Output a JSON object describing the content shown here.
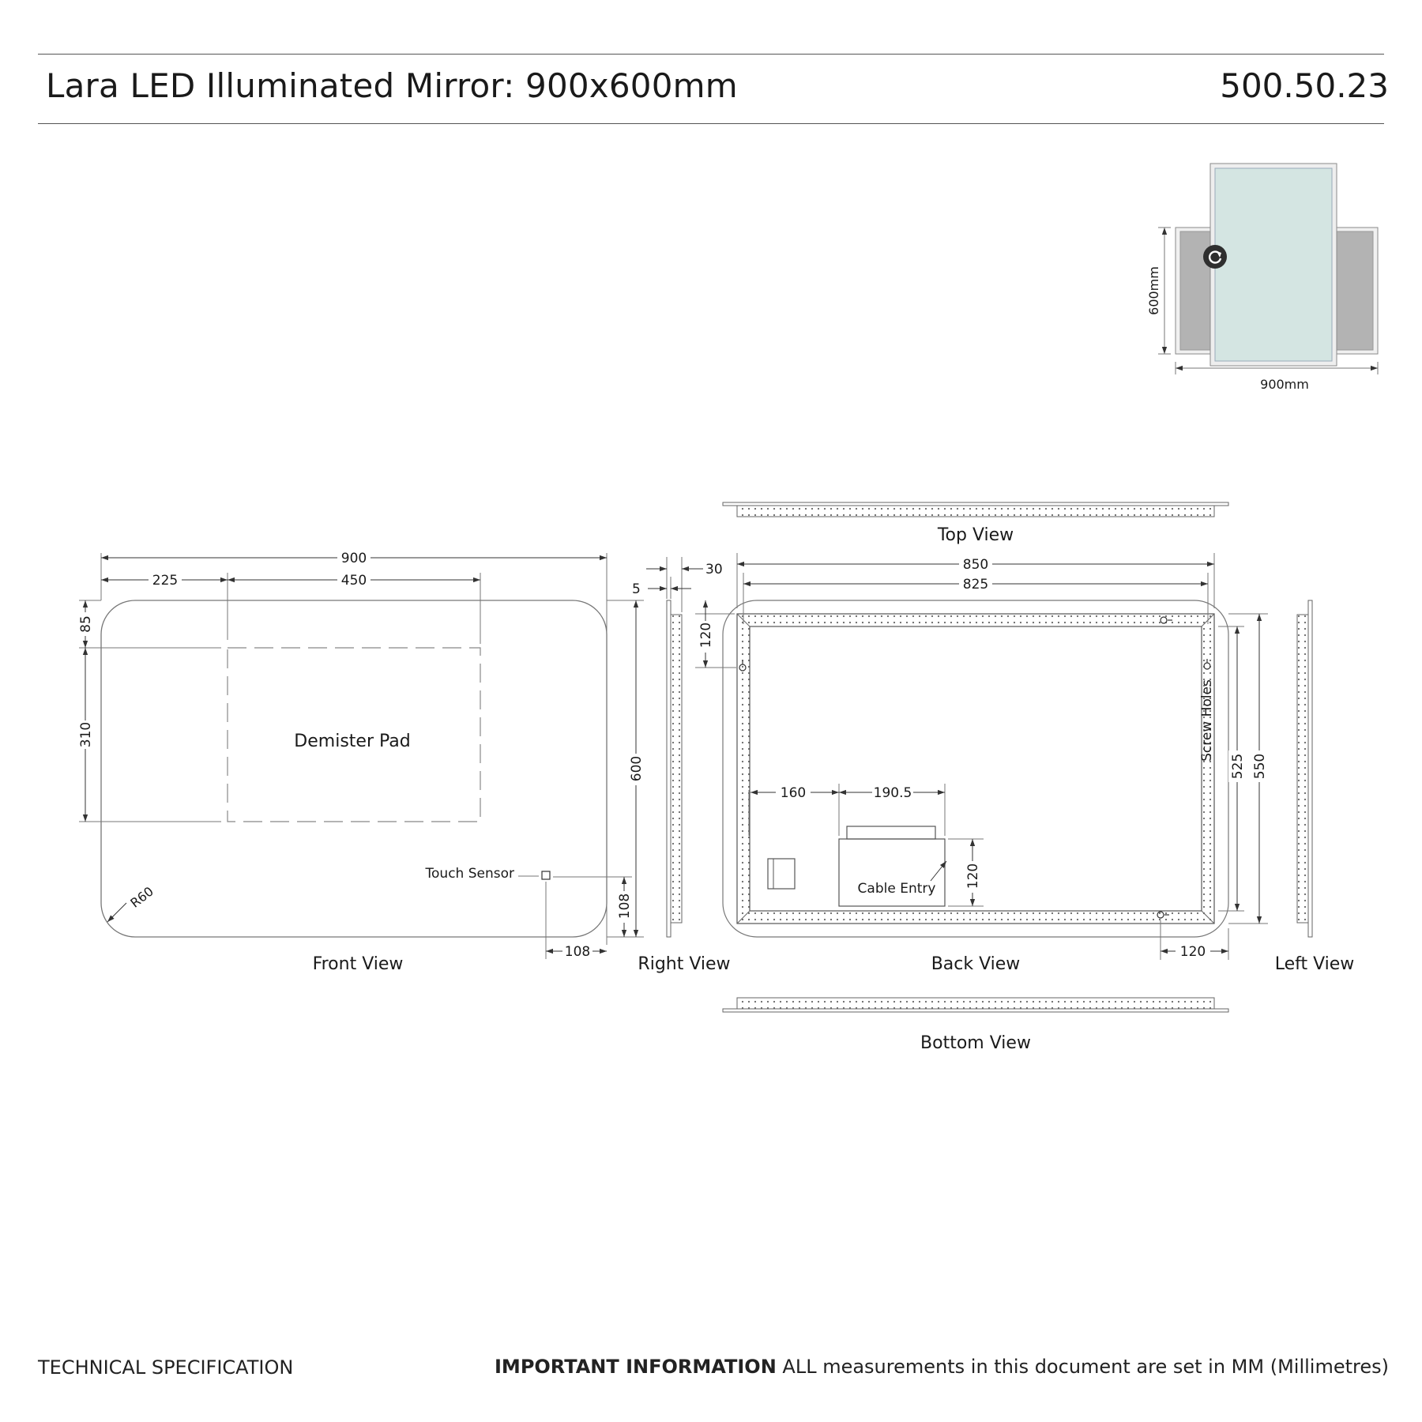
{
  "header": {
    "title": "Lara LED Illuminated Mirror: 900x600mm",
    "product_code": "500.50.23"
  },
  "thumbnail": {
    "height_label": "600mm",
    "width_label": "900mm",
    "icon": "rotate-icon"
  },
  "views": {
    "front": "Front View",
    "right": "Right View",
    "back": "Back View",
    "left": "Left View",
    "top": "Top View",
    "bottom": "Bottom View"
  },
  "front_view": {
    "width": "900",
    "offset_left": "225",
    "pad_width": "450",
    "offset_top": "85",
    "pad_height": "310",
    "height": "600",
    "sensor_from_right": "108",
    "sensor_from_bottom": "108",
    "corner_radius": "R60",
    "demister_label": "Demister Pad",
    "sensor_label": "Touch Sensor"
  },
  "side_view": {
    "depth": "30",
    "glass": "5"
  },
  "back_view": {
    "outer_width": "850",
    "inner_width": "825",
    "hole_from_top": "120",
    "gap_left": "160",
    "box_width": "190.5",
    "box_height": "120",
    "hole_from_right": "120",
    "inner_height": "525",
    "outer_height": "550",
    "cable_label": "Cable Entry",
    "screw_label": "Screw Holes"
  },
  "footer": {
    "left": "TECHNICAL SPECIFICATION",
    "important": "IMPORTANT INFORMATION",
    "note": " ALL measurements in this document are set in MM (Millimetres)"
  },
  "colors": {
    "line": "#555555",
    "thumb_back": "#b3b3b3",
    "thumb_glass": "#cfe3df",
    "icon": "#2f2f2f"
  }
}
